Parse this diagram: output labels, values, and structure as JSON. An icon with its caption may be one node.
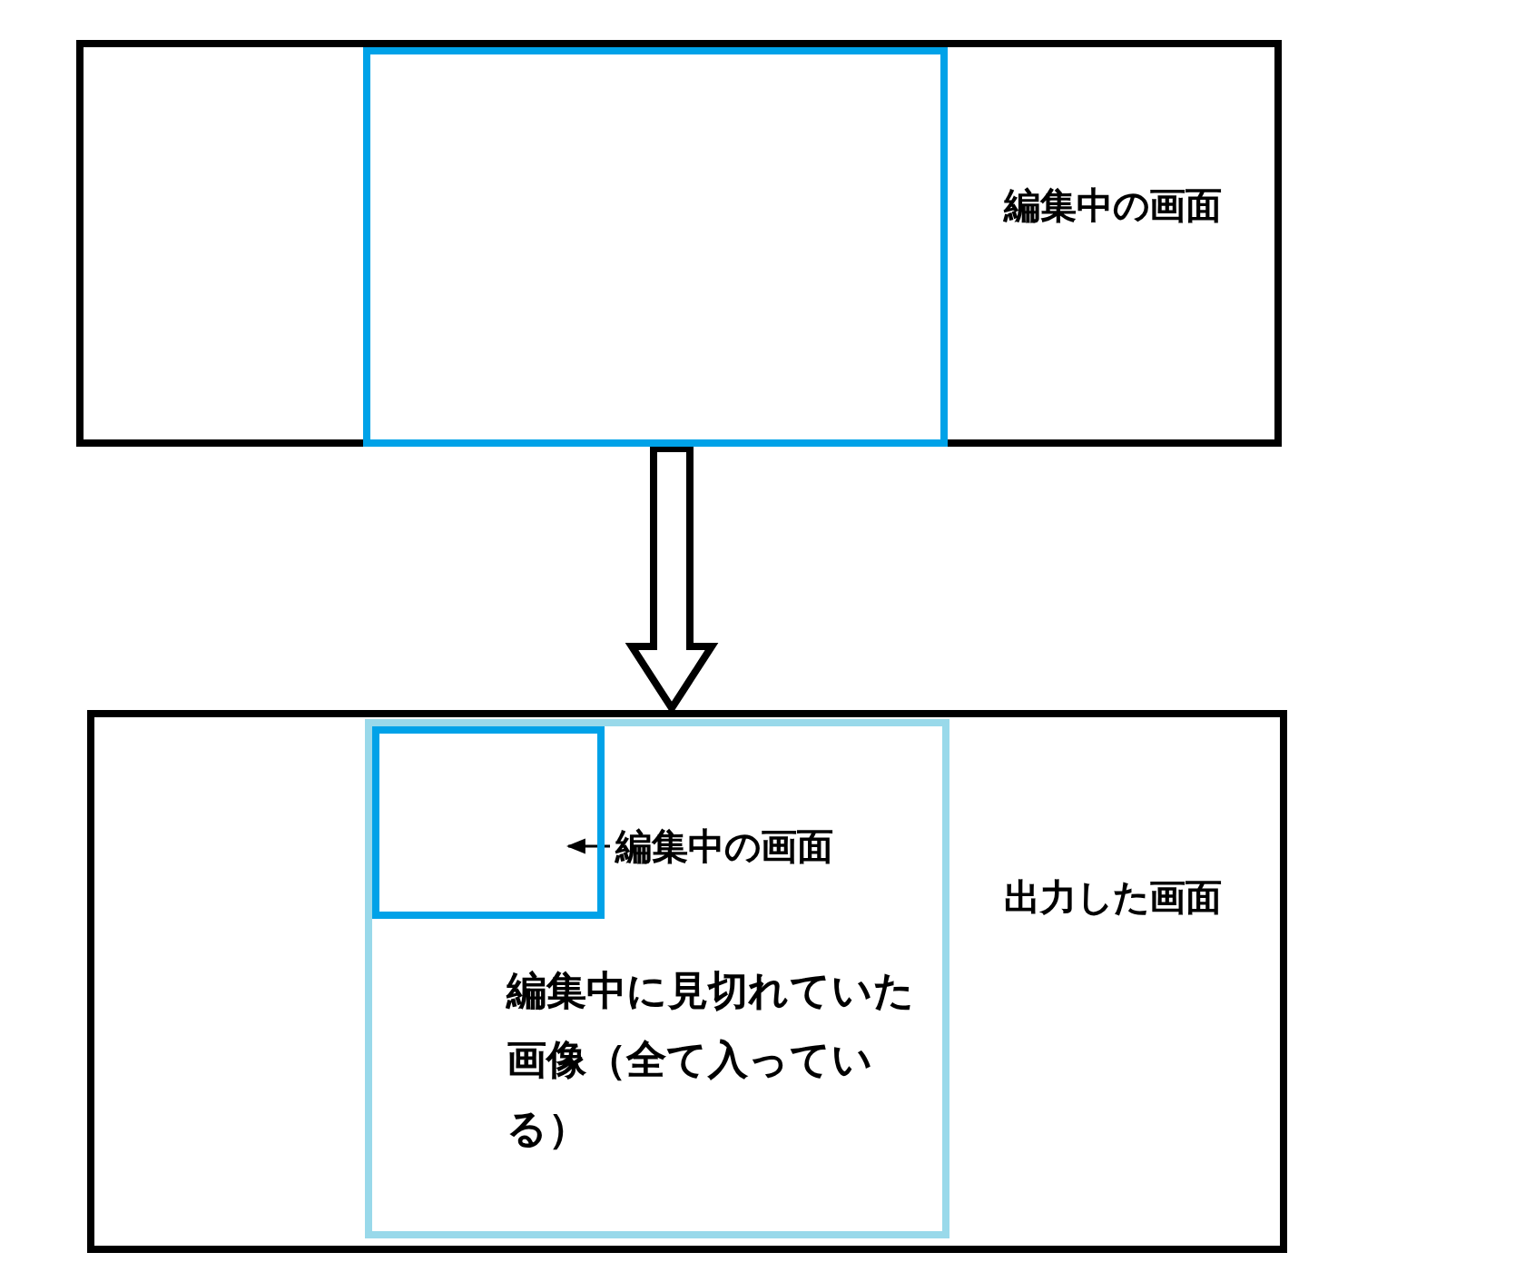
{
  "diagram": {
    "nodes": [
      {
        "text": [
          "編集中の画面"
        ]
      },
      {
        "text": [],
        "shape": "box",
        "in": 0
      },
      {
        "text": [
          "出力した画面"
        ]
      },
      {
        "text": [
          "編集中に見切れていた画像（全て入っている）"
        ],
        "in": 2
      },
      {
        "text": [],
        "shape": "box",
        "in": 3
      },
      {
        "text": [
          "編集中の画面"
        ],
        "in": 3
      }
    ],
    "edges": [
      {
        "from": 0,
        "to": 2,
        "arrow": "to"
      },
      {
        "from": 5,
        "to": 4,
        "arrow": "to"
      }
    ]
  }
}
